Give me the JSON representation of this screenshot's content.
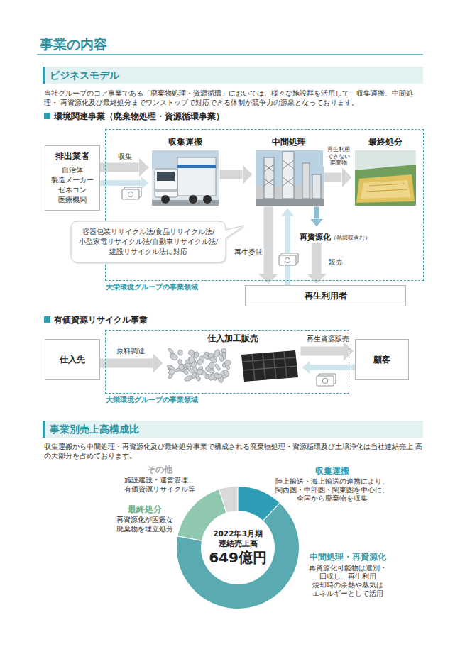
{
  "diagram": {
    "title": "事業の内容",
    "nodes": [
      {
        "text": [
          "大栄環境グループの事業領域"
        ]
      },
      {
        "text": [
          "排出業者",
          "自治体 製造メーカー ゼネコン 医療機関"
        ]
      },
      {
        "text": [
          "収集運搬"
        ],
        "in": 0
      },
      {
        "text": [
          "中間処理"
        ],
        "in": 0
      },
      {
        "text": [
          "最終処分"
        ],
        "in": 0
      },
      {
        "text": [
          "再資源化",
          "（熱回収含む）"
        ],
        "in": 0
      },
      {
        "text": [
          "容器包装リサイクル法/食品リサイクル法/ 小型家電リサイクル法/自動車リサイクル法/ 建設リサイクル法に対応"
        ]
      },
      {
        "text": [
          "再生利用者"
        ]
      },
      {
        "text": [
          "大栄環境グループの事業領域"
        ]
      },
      {
        "text": [
          "仕入先"
        ]
      },
      {
        "text": [
          "仕入加工販売"
        ],
        "in": 8
      },
      {
        "text": [
          "顧客"
        ]
      },
      {
        "text": [
          "2022年3月期 連結売上高",
          "649億円"
        ]
      }
    ],
    "edges": [
      {
        "from": 1,
        "to": 2,
        "label": "収集",
        "arrow": "to"
      },
      {
        "from": 1,
        "to": 2,
        "arrow": "to"
      },
      {
        "from": 2,
        "to": 3,
        "arrow": "to"
      },
      {
        "from": 3,
        "to": 4,
        "label": "再生利用 できない 廃棄物",
        "arrow": "to"
      },
      {
        "from": 3,
        "to": 5,
        "arrow": "to"
      },
      {
        "from": 3,
        "to": 7,
        "label": "再生委託",
        "arrow": "to"
      },
      {
        "from": 7,
        "to": 3,
        "arrow": "to"
      },
      {
        "from": 5,
        "to": 7,
        "label": "販売",
        "arrow": "to"
      },
      {
        "from": 9,
        "to": 10,
        "label": "原料調達",
        "arrow": "to"
      },
      {
        "from": 10,
        "to": 11,
        "label": "再生資源販売",
        "arrow": "to"
      },
      {
        "from": 11,
        "to": 10,
        "arrow": "to"
      }
    ],
    "labels": [
      "ビジネスモデル",
      "当社グループのコア事業である「廃棄物処理・資源循環」においては、様々な施設群を活用して、収集運搬、中間処理・ 再資源化及び最終処分までワンストップで対応できる体制が競争力の源泉となっております。",
      "環境関連事業（廃棄物処理・資源循環事業）",
      "有価資源リサイクル事業",
      "事業別売上高構成比",
      "収集運搬から中間処理・再資源化及び最終処分事業で構成される廃棄物処理・資源循環及び土壌浄化は当社連結売上 高の大部分を占めております。",
      "その他",
      "施設建設・運営管理、 有価資源リサイクル等",
      "最終処分",
      "再資源化が困難な 廃棄物を埋立処分",
      "収集運搬",
      "陸上輸送・海上輸送の連携により、 関西圏・中部圏・関東圏を中心に、 全国から廃棄物を収集",
      "中間処理・再資源化",
      "再資源化可能物は選別・ 回収し、再生利用 焼却時の余熱や蒸気は エネルギーとして活用"
    ]
  }
}
